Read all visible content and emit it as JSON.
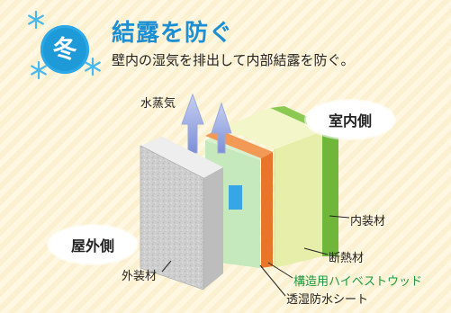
{
  "header": {
    "season_char": "冬",
    "title": "結露を防ぐ",
    "subtitle": "壁内の湿気を排出して内部結露を防ぐ。"
  },
  "labels": {
    "vapor": "水蒸気",
    "indoor": "室内側",
    "outdoor": "屋外側",
    "interior_finish": "内装材",
    "insulation": "断熱材",
    "structural_board": "構造用ハイベストウッド",
    "breathable_sheet": "透湿防水シート",
    "exterior_finish": "外装材"
  },
  "colors": {
    "accent_blue": "#1c8fd3",
    "structural_green": "#1a9a3c",
    "interior_green": "#6fb63a",
    "insulation_yellow": "#eaf0b0",
    "board_orange": "#e8762a",
    "exterior_gray": "#c9c9c9"
  },
  "icons": [
    "snowflake-icon",
    "vapor-arrow-icon"
  ]
}
